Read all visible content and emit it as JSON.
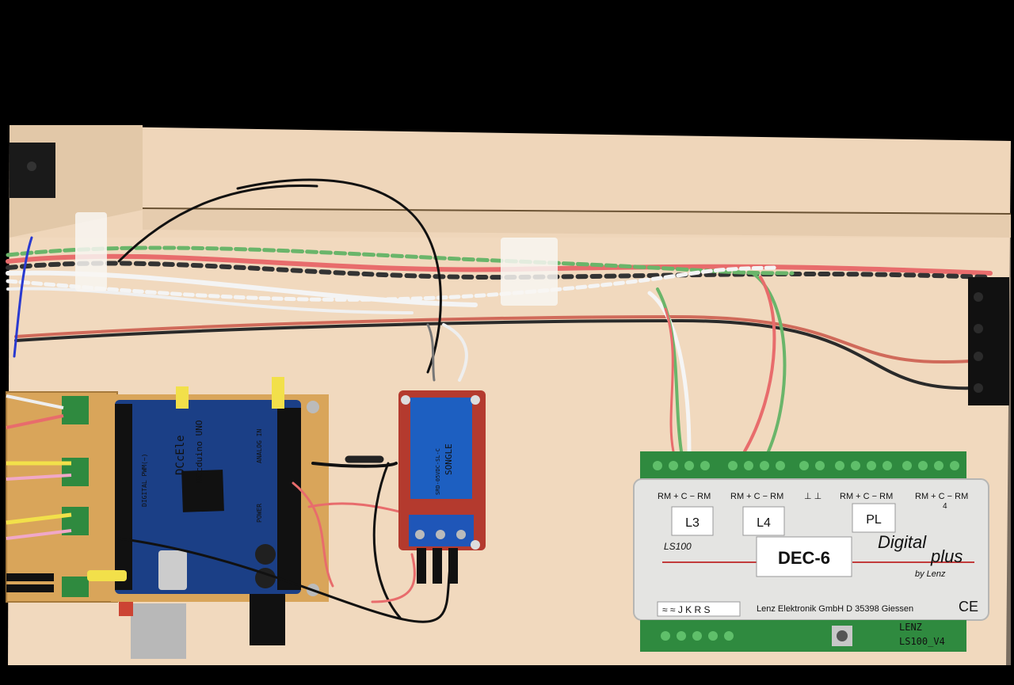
{
  "arduino": {
    "brand": "DCcEle",
    "model": "DCcduino UNO",
    "header_digital": "DIGITAL PWM(~)",
    "header_analog": "ANALOG IN",
    "header_power": "POWER"
  },
  "relay": {
    "brand": "SONGLE",
    "rating": "SRD-05VDC-SL-C"
  },
  "decoder": {
    "model_label": "LS100",
    "name_label": "DEC-6",
    "logo_main": "Digital",
    "logo_sub": "plus",
    "logo_by": "by Lenz",
    "manufacturer": "Lenz Elektronik GmbH  D 35398 Giessen",
    "bottom_brand": "LENZ",
    "bottom_version": "LS100_V4",
    "ce": "CE",
    "terminal_groups": [
      "RM + C − RM",
      "RM + C − RM",
      "⊥ ⊥",
      "RM + C − RM",
      "RM + C − RM"
    ],
    "group4_number": "4",
    "pl_labels": [
      "L3",
      "L4",
      "PL"
    ],
    "bottom_terminals": "≈ ≈ J K R S"
  },
  "colors": {
    "wood": "#f1d9bf",
    "pcb_blue": "#1b3f86",
    "relay_red": "#b43a2e",
    "terminal_green": "#2f8a3f",
    "housing_grey": "#e4e4e2"
  }
}
